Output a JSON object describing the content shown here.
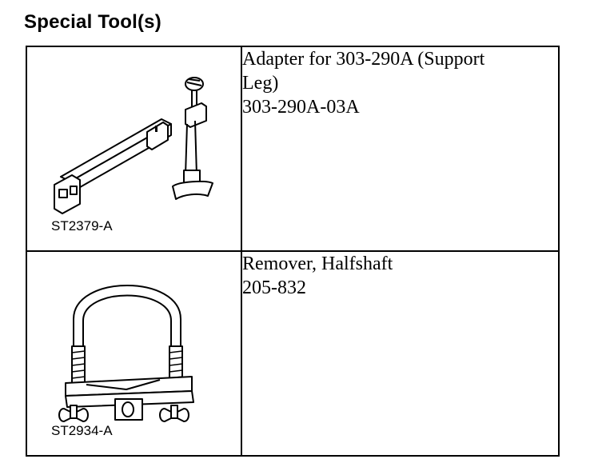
{
  "title": "Special Tool(s)",
  "tools": [
    {
      "description_lines": [
        "Adapter for 303-290A (Support",
        "Leg)",
        "303-290A-03A"
      ],
      "illustration_code": "ST2379-A",
      "illustration_icon": "support-leg-adapter-illustration"
    },
    {
      "description_lines": [
        "Remover, Halfshaft",
        "205-832"
      ],
      "illustration_code": "ST2934-A",
      "illustration_icon": "halfshaft-remover-illustration"
    }
  ]
}
